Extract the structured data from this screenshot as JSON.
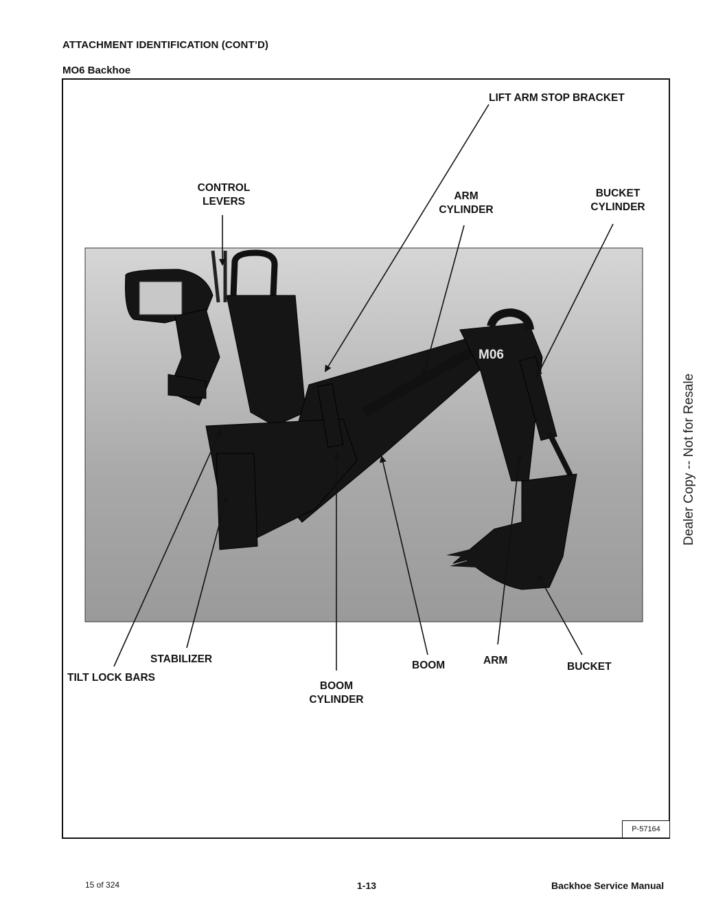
{
  "page": {
    "section_title": "ATTACHMENT IDENTIFICATION (CONT’D)",
    "sub_title": "MO6 Backhoe",
    "side_note": "Dealer Copy -- Not for Resale",
    "figure_ref": "P-57164"
  },
  "figure": {
    "machine_label": "M06",
    "labels": {
      "lift_arm_stop_bracket": "LIFT ARM STOP BRACKET",
      "control_levers": "CONTROL\nLEVERS",
      "arm_cylinder": "ARM\nCYLINDER",
      "bucket_cylinder": "BUCKET\nCYLINDER",
      "stabilizer": "STABILIZER",
      "tilt_lock_bars": "TILT LOCK BARS",
      "boom_cylinder": "BOOM\nCYLINDER",
      "boom": "BOOM",
      "arm": "ARM",
      "bucket": "BUCKET"
    }
  },
  "footer": {
    "page_count": "15 of 324",
    "page_number": "1-13",
    "manual_title": "Backhoe Service Manual"
  }
}
